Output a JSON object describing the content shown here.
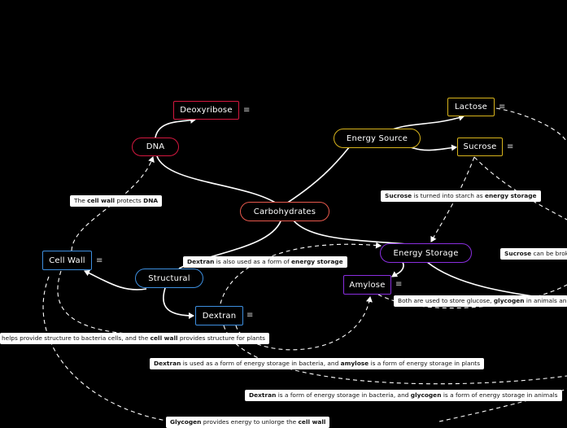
{
  "colors": {
    "background": "#000000",
    "central": "#e8584c",
    "dna_branch": "#d4183f",
    "energy_source_branch": "#d8b41c",
    "energy_storage_branch": "#8a2ee0",
    "structural_branch": "#3d8fe0"
  },
  "nodes": {
    "central": "Carbohydrates",
    "dna": "DNA",
    "deoxyribose": "Deoxyribose",
    "energy_source": "Energy Source",
    "lactose": "Lactose",
    "sucrose": "Sucrose",
    "energy_storage": "Energy Storage",
    "amylose": "Amylose",
    "structural": "Structural",
    "cell_wall": "Cell Wall",
    "dextran": "Dextran"
  },
  "note_icon": "notes-icon",
  "relations": {
    "cell_wall_dna": [
      {
        "t": "The "
      },
      {
        "t": "cell wall",
        "b": true
      },
      {
        "t": " protects "
      },
      {
        "t": "DNA",
        "b": true
      }
    ],
    "sucrose_starch": [
      {
        "t": "Sucrose",
        "b": true
      },
      {
        "t": " is turned into starch as "
      },
      {
        "t": "energy storage",
        "b": true
      }
    ],
    "dextran_storage": [
      {
        "t": "Dextran",
        "b": true
      },
      {
        "t": " is also used as a form of "
      },
      {
        "t": "energy storage",
        "b": true
      }
    ],
    "sucrose_broken": [
      {
        "t": "Sucrose",
        "b": true
      },
      {
        "t": " can be brok"
      }
    ],
    "glycogen_amylose": [
      {
        "t": "Both are used to store glucose, "
      },
      {
        "t": "glycogen",
        "b": true
      },
      {
        "t": " in animals an"
      }
    ],
    "structure_bacteria": [
      {
        "t": "helps provide structure to bacteria cells, and the "
      },
      {
        "t": "cell wall",
        "b": true
      },
      {
        "t": " provides structure for plants"
      }
    ],
    "dextran_amylose": [
      {
        "t": "Dextran",
        "b": true
      },
      {
        "t": " is used as a form of energy storage in bacteria, and "
      },
      {
        "t": "amylose",
        "b": true
      },
      {
        "t": " is a form of energy storage in plants"
      }
    ],
    "dextran_glycogen": [
      {
        "t": "Dextran",
        "b": true
      },
      {
        "t": " is a form of energy storage in bacteria, and "
      },
      {
        "t": "glycogen",
        "b": true
      },
      {
        "t": " is a form of energy storage in animals"
      }
    ],
    "glycogen_cellwall": [
      {
        "t": "Glycogen",
        "b": true
      },
      {
        "t": " provides energy to unlorge the "
      },
      {
        "t": "cell wall",
        "b": true
      }
    ]
  }
}
